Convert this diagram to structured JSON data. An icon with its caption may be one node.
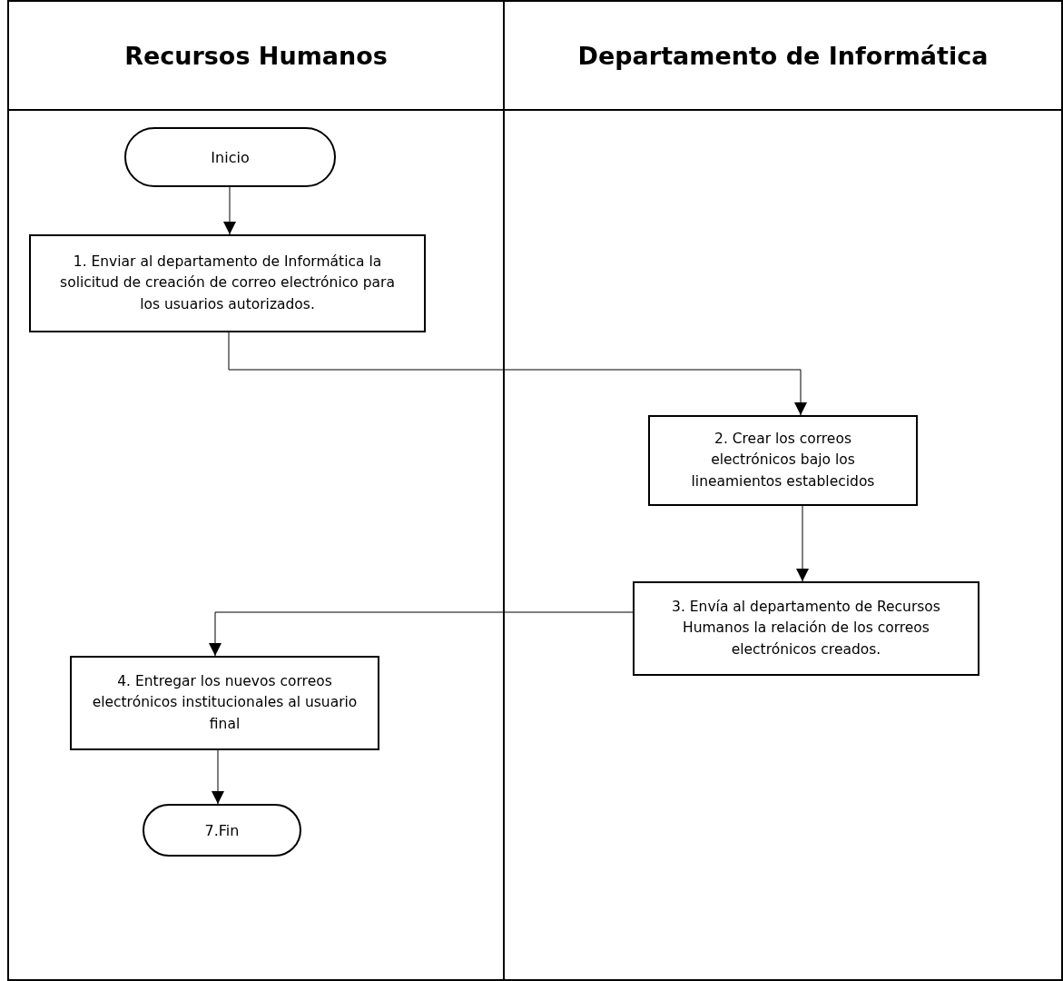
{
  "diagram": {
    "nodes": [
      {
        "text": [
          "Recursos Humanos"
        ]
      },
      {
        "text": [
          "Departamento de Informática"
        ]
      },
      {
        "text": [
          "Inicio"
        ],
        "in": 0
      },
      {
        "text": [
          "1. Enviar al departamento de Informática la solicitud de creación de correo electrónico para los usuarios autorizados."
        ],
        "in": 0
      },
      {
        "text": [
          "2. Crear los correos electrónicos bajo los lineamientos establecidos"
        ],
        "in": 1
      },
      {
        "text": [
          "3. Envía al departamento de Recursos Humanos la relación de los correos electrónicos creados."
        ],
        "in": 1
      },
      {
        "text": [
          "4. Entregar los nuevos correos electrónicos institucionales al usuario final"
        ],
        "in": 0
      },
      {
        "text": [
          "7.Fin"
        ],
        "in": 0
      }
    ],
    "edges": [
      {
        "from": 2,
        "to": 3,
        "arrow": "to"
      },
      {
        "from": 3,
        "to": 4,
        "arrow": "to"
      },
      {
        "from": 4,
        "to": 5,
        "arrow": "to"
      },
      {
        "from": 5,
        "to": 6,
        "arrow": "to"
      },
      {
        "from": 6,
        "to": 7,
        "arrow": "to"
      }
    ]
  }
}
